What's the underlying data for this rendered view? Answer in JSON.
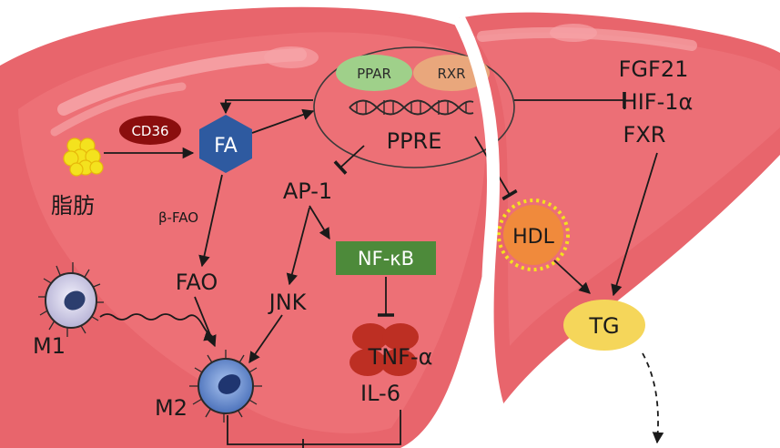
{
  "nodes": {
    "ppar": "PPAR",
    "rxr": "RXR",
    "ppre": "PPRE",
    "cd36": "CD36",
    "fa": "FA",
    "fat": "脂肪",
    "bfao": "β-FAO",
    "fao": "FAO",
    "ap1": "AP-1",
    "nfkb": "NF-κB",
    "jnk": "JNK",
    "tnf": "TNF-α",
    "il6": "IL-6",
    "m1": "M1",
    "m2": "M2",
    "fgf21": "FGF21",
    "hif1a": "HIF-1α",
    "fxr": "FXR",
    "hdl": "HDL",
    "tg": "TG"
  },
  "colors": {
    "liver": "#e8656c",
    "liver_dark": "#c94b53",
    "fa_hex": "#2e5aa0",
    "cd36": "#8b0e0e",
    "nfkb": "#4d8a3a",
    "ppar": "#9fd08a",
    "rxr": "#e9a77c",
    "tg": "#f5d65a",
    "hdl": "#f08a3c",
    "fat": "#f4e21e",
    "cytokine": "#b8281b"
  }
}
